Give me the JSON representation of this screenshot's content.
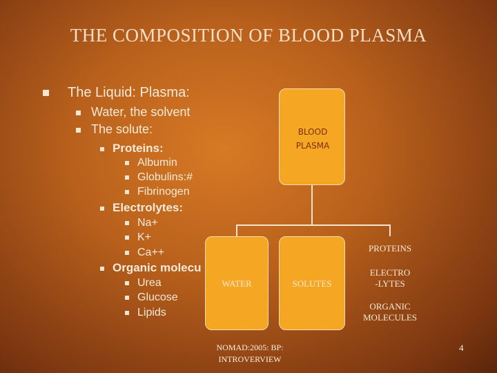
{
  "title": "THE COMPOSITION OF BLOOD PLASMA",
  "outline": {
    "liquid": "The Liquid: Plasma:",
    "water": "Water, the solvent",
    "solute": "The solute:",
    "proteins": "Proteins:",
    "albumin": "Albumin",
    "globulins": "Globulins:#",
    "fibrinogen": "Fibrinogen",
    "electrolytes": "Electrolytes:",
    "na": "Na+",
    "k": "K+",
    "ca": "Ca++",
    "organic": "Organic molecu",
    "urea": "Urea",
    "glucose": "Glucose",
    "lipids": "Lipids"
  },
  "diagram": {
    "blood_line1": "BLOOD",
    "blood_line2": "PLASMA",
    "water": "WATER",
    "solutes": "SOLUTES",
    "proteins": "PROTEINS",
    "electro_line1": "ELECTRO",
    "electro_line2": "-LYTES",
    "organic_line1": "ORGANIC",
    "organic_line2": "MOLECULES"
  },
  "footer": {
    "line1": "NOMAD:2005: BP:",
    "line2": "INTROVERVIEW"
  },
  "page_number": "4"
}
